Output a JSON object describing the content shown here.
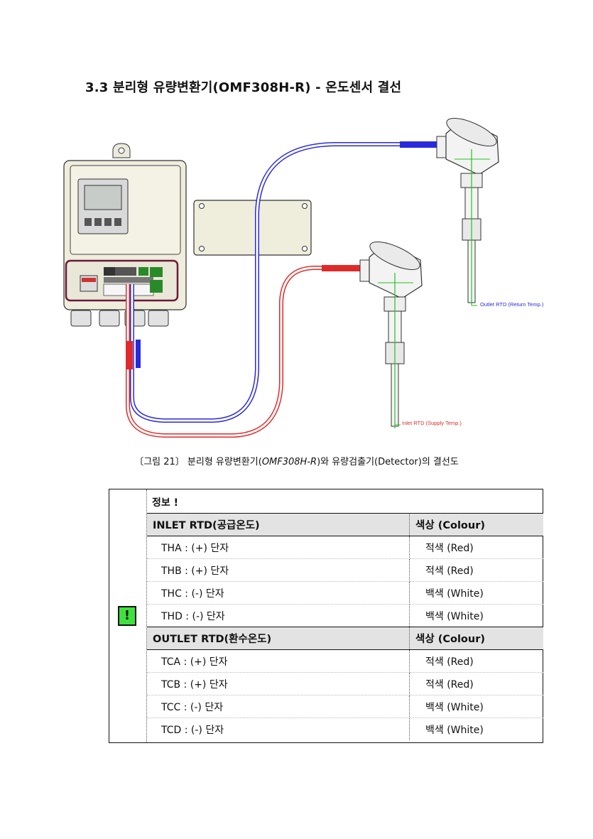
{
  "heading": "3.3 분리형 유량변환기(OMF308H-R) - 온도센서 결선",
  "figure": {
    "outlet_label": "Outlet RTD (Return Temp.)",
    "inlet_label": "Inlet RTD (Supply Temp.)",
    "caption_pre": "〔그림 21〕 분리형 유량변환기(",
    "caption_model": "OMF308H-R",
    "caption_post": ")와 유량검출기(Detector)의 결선도"
  },
  "info": {
    "title": "정보 !",
    "icon": "!",
    "inlet": {
      "header": "INLET RTD(공급온도)",
      "color_header": "색상 (Colour)",
      "rows": [
        {
          "terminal": "THA : (+) 단자",
          "color": "적색 (Red)"
        },
        {
          "terminal": "THB : (+) 단자",
          "color": "적색 (Red)"
        },
        {
          "terminal": "THC : (-) 단자",
          "color": "백색 (White)"
        },
        {
          "terminal": "THD : (-) 단자",
          "color": "백색 (White)"
        }
      ]
    },
    "outlet": {
      "header": "OUTLET RTD(환수온도)",
      "color_header": "색상 (Colour)",
      "rows": [
        {
          "terminal": "TCA : (+) 단자",
          "color": "적색 (Red)"
        },
        {
          "terminal": "TCB : (+) 단자",
          "color": "적색 (Red)"
        },
        {
          "terminal": "TCC : (-) 단자",
          "color": "백색 (White)"
        },
        {
          "terminal": "TCD : (-) 단자",
          "color": "백색 (White)"
        }
      ]
    }
  }
}
